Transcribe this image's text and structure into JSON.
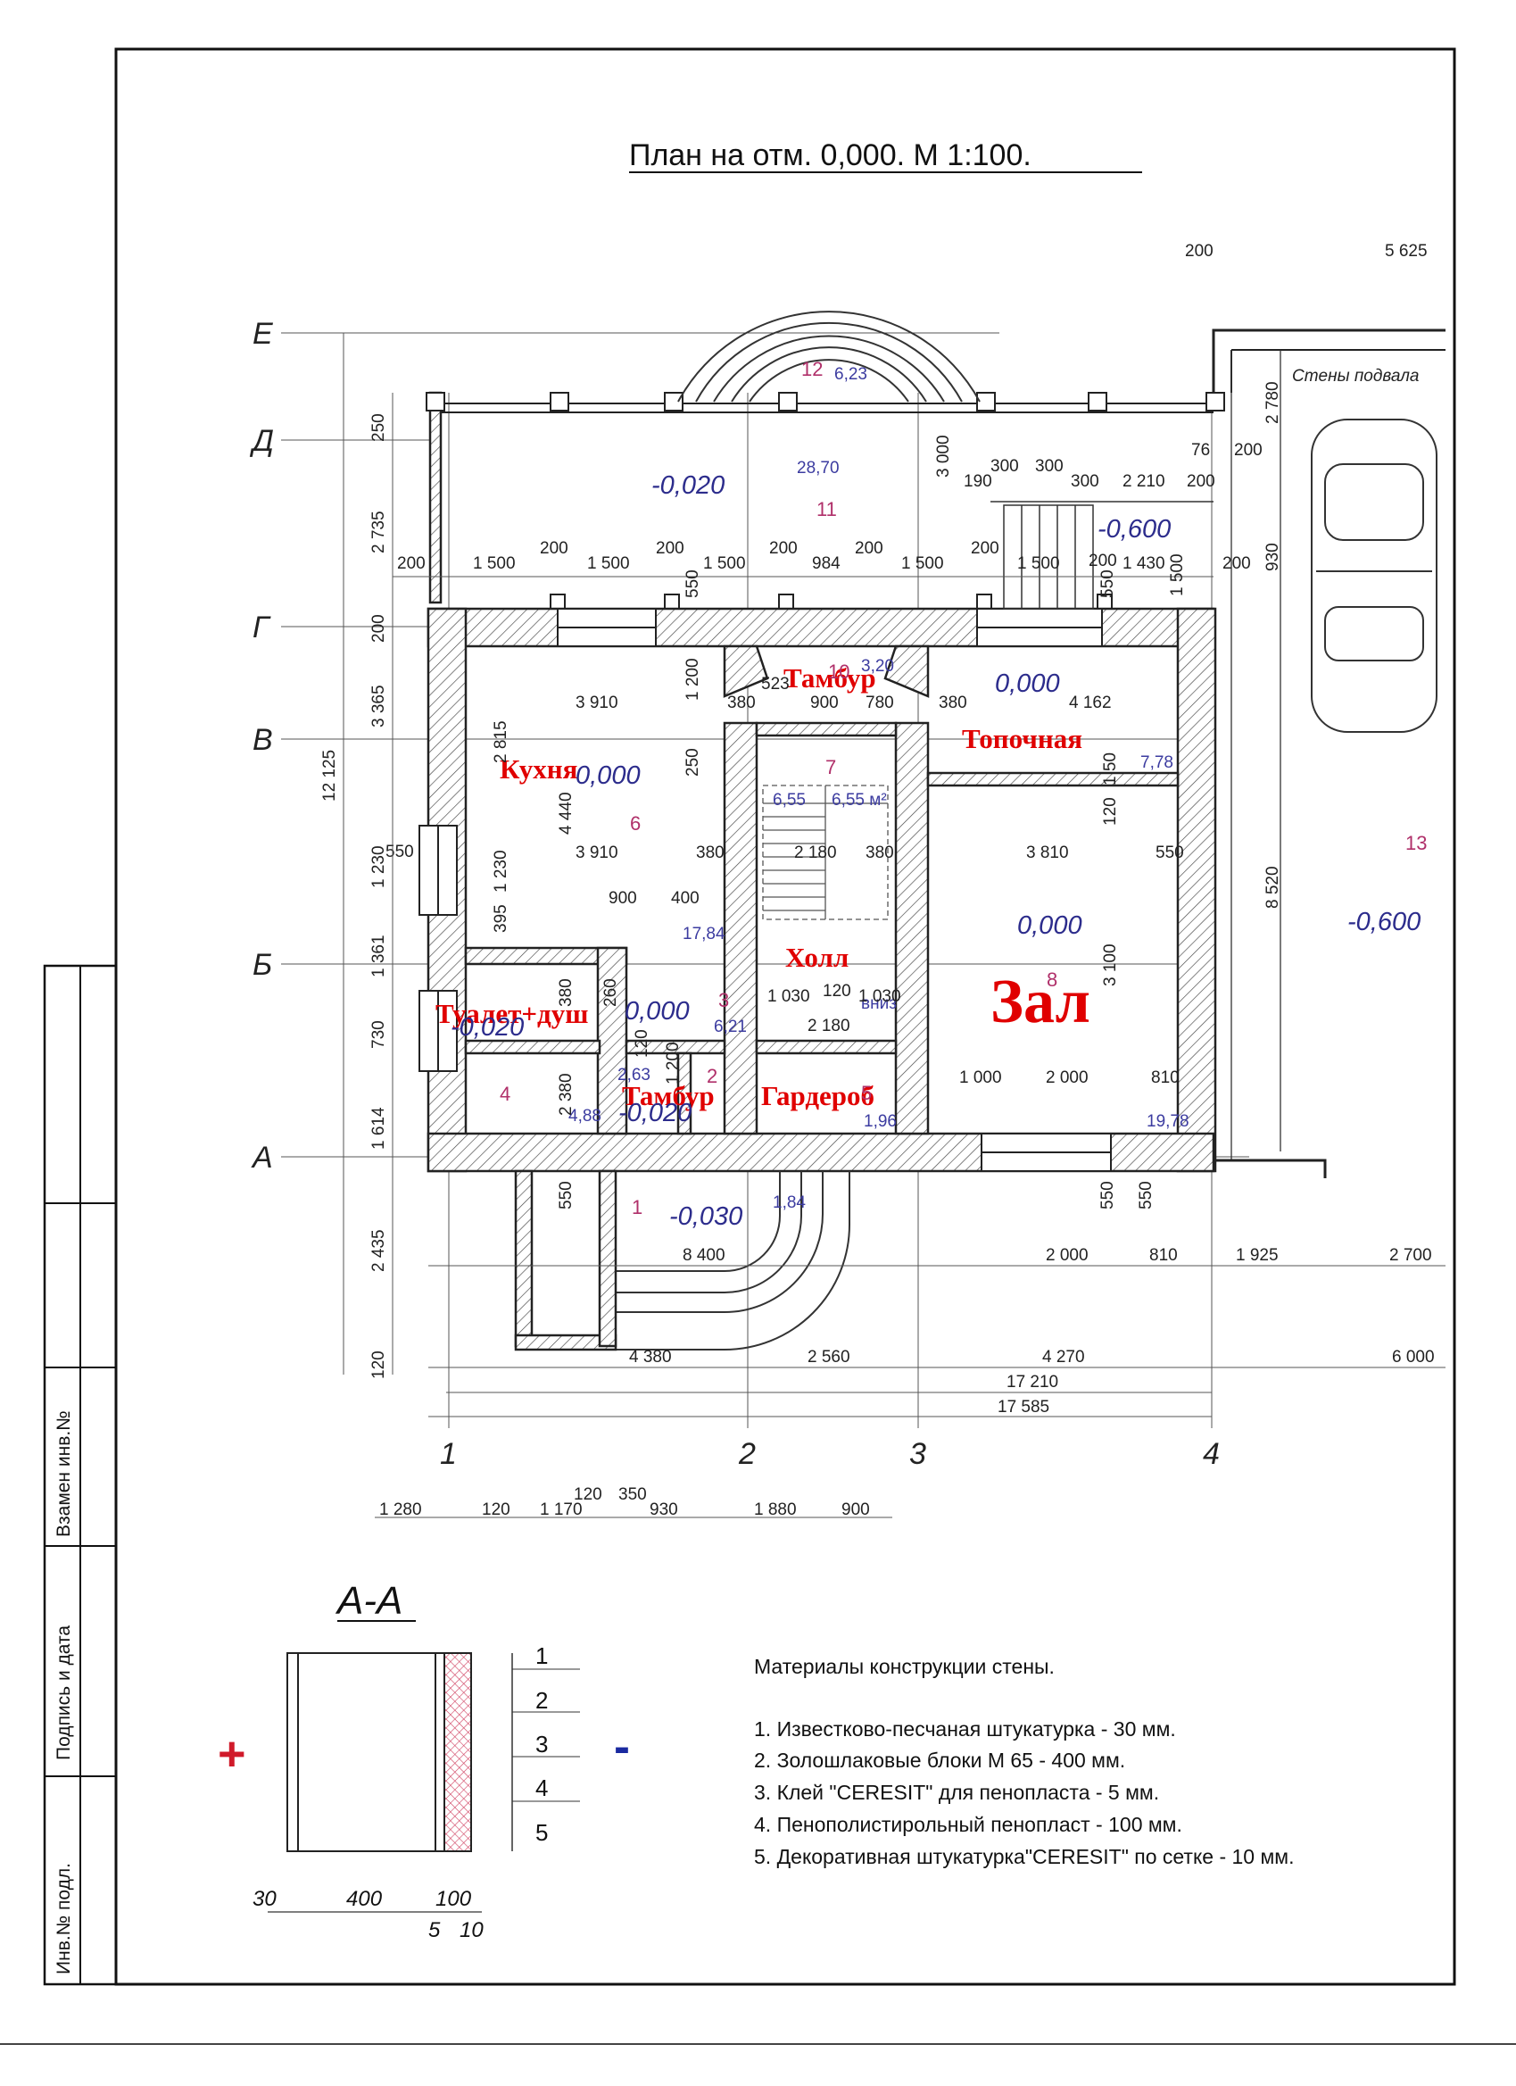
{
  "title": "План на отм. 0,000. М 1:100.",
  "axes": {
    "letters": [
      "Е",
      "Д",
      "Г",
      "В",
      "Б",
      "А"
    ],
    "numbers": [
      "1",
      "2",
      "3",
      "4"
    ]
  },
  "rooms": {
    "kitchen": "Кухня",
    "vestibule_top": "Тамбур",
    "boiler": "Топочная",
    "hall": "Холл",
    "living": "Зал",
    "toilet": "Туалет+душ",
    "vestibule_bottom": "Тамбур",
    "wardrobe": "Гардероб"
  },
  "basement_note": "Стены подвала",
  "levels": {
    "terrace": "-0,020",
    "garage": "-0,600",
    "kitchen": "0,000",
    "boiler": "0,000",
    "living": "0,000",
    "hall": "0,000",
    "toilet": "-0,020",
    "vestibule": "-0,020",
    "entry": "-0,030",
    "yard": "-0,600"
  },
  "room_numbers": [
    "12",
    "11",
    "10",
    "7",
    "6",
    "8",
    "3",
    "2",
    "4",
    "5",
    "1",
    "13"
  ],
  "areas": {
    "r12": "6,23",
    "r11": "28,70",
    "r10": "3,20",
    "r_boiler": "7,78",
    "r7a": "6,55",
    "r7b": "6,55 м²",
    "r3": "6,21",
    "r_kitchen": "17,84",
    "r2": "2,63",
    "r4": "4,88",
    "r5": "1,96",
    "r8": "19,78",
    "r1": "1,84"
  },
  "stair_note": "вниз",
  "dims_top": [
    "200",
    "5 625"
  ],
  "dims_row1": [
    "200",
    "1 500",
    "200",
    "1 500",
    "200",
    "1 500",
    "200",
    "984",
    "200",
    "1 500",
    "200",
    "1 500",
    "200",
    "1 430",
    "200"
  ],
  "dims_row_garage": [
    "190",
    "300",
    "300",
    "300",
    "2 210",
    "200",
    "76",
    "200"
  ],
  "dims_inner": [
    "3 910",
    "380",
    "900",
    "780",
    "380",
    "4 162",
    "3 910",
    "380",
    "2 180",
    "380",
    "3 810",
    "550",
    "900",
    "400",
    "1 030",
    "120",
    "1 030",
    "2 180",
    "1 000",
    "2 000",
    "810",
    "523"
  ],
  "dims_left": [
    "12 125",
    "250",
    "2 735",
    "200",
    "3 365",
    "1 230",
    "1 361",
    "730",
    "1 614",
    "2 435",
    "120",
    "550"
  ],
  "dims_misc_v": [
    "3 000",
    "550",
    "1 200",
    "2 815",
    "4 440",
    "250",
    "1 230",
    "395",
    "380",
    "260",
    "120",
    "1 200",
    "2 380",
    "550",
    "1 500",
    "1 50",
    "120",
    "3 100",
    "2 780",
    "930",
    "8 520",
    "550",
    "550",
    "550"
  ],
  "dims_bottom1": [
    "8 400",
    "2 000",
    "810",
    "1 925",
    "2 700"
  ],
  "dims_bottom2": [
    "4 380",
    "2 560",
    "4 270",
    "6 000"
  ],
  "dims_bottom3": [
    "17 210",
    "17 585"
  ],
  "dims_bottom4": [
    "1 280",
    "120",
    "1 170",
    "120",
    "350",
    "930",
    "1 880",
    "900"
  ],
  "section": {
    "title": "А-А",
    "layers": [
      "1",
      "2",
      "3",
      "4",
      "5"
    ],
    "plus": "+",
    "minus": "-",
    "dims": [
      "30",
      "400",
      "100",
      "5",
      "10"
    ]
  },
  "materials": {
    "heading": "Материалы конструкции стены.",
    "items": [
      "1. Известково-песчаная штукатурка - 30 мм.",
      "2. Золошлаковые блоки М 65 - 400 мм.",
      "3. Клей \"CERESIT\" для пенопласта - 5 мм.",
      "4. Пенополистирольный пенопласт - 100 мм.",
      "5. Декоративная штукатурка\"CERESIT\" по сетке - 10 мм."
    ]
  },
  "stamp": {
    "replace": "Взамен инв.№",
    "sign": "Подпись и дата",
    "inv": "Инв.№ подл."
  },
  "colors": {
    "room_label": "#e00000",
    "level": "#2c2c8c",
    "room_number": "#b0306a"
  }
}
